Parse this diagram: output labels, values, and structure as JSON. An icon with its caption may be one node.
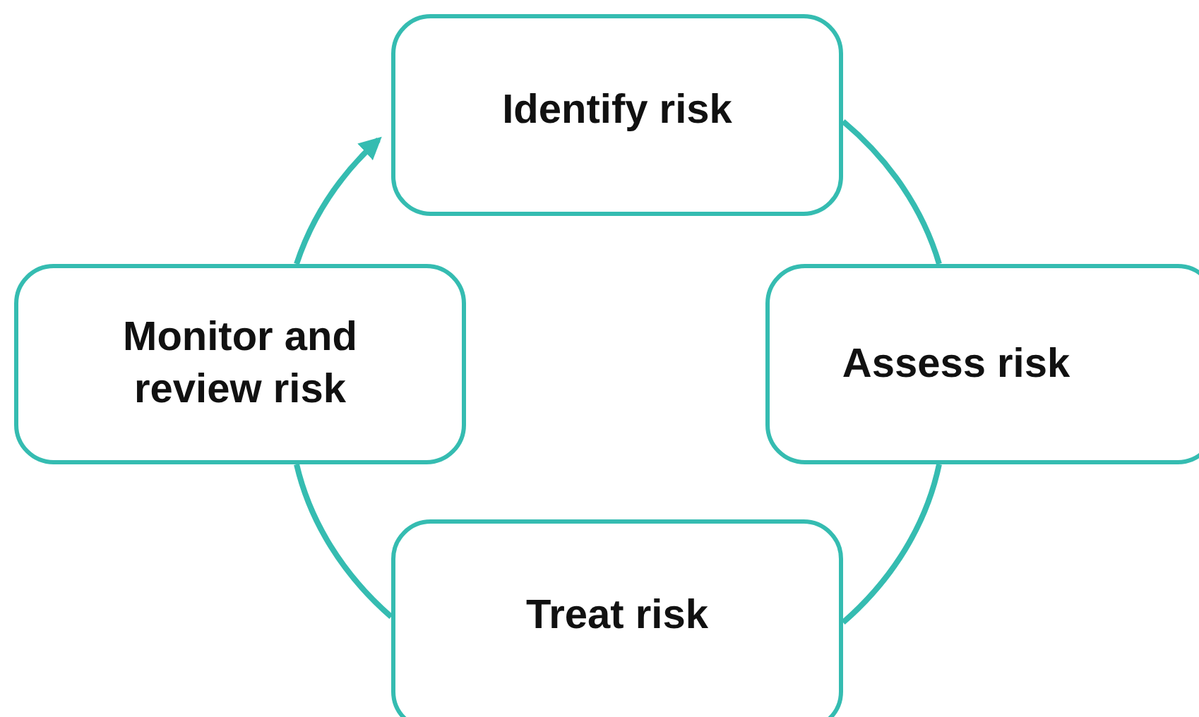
{
  "diagram": {
    "nodes": [
      {
        "text": [
          "Identify risk"
        ]
      },
      {
        "text": [
          "Assess risk"
        ]
      },
      {
        "text": [
          "Treat risk"
        ]
      },
      {
        "text": [
          "Monitor and review risk"
        ]
      }
    ],
    "edges": [
      {
        "from": 0,
        "to": 1,
        "arrow": "none"
      },
      {
        "from": 1,
        "to": 2,
        "arrow": "none"
      },
      {
        "from": 2,
        "to": 3,
        "arrow": "none"
      },
      {
        "from": 3,
        "to": 0,
        "arrow": "to"
      }
    ]
  }
}
